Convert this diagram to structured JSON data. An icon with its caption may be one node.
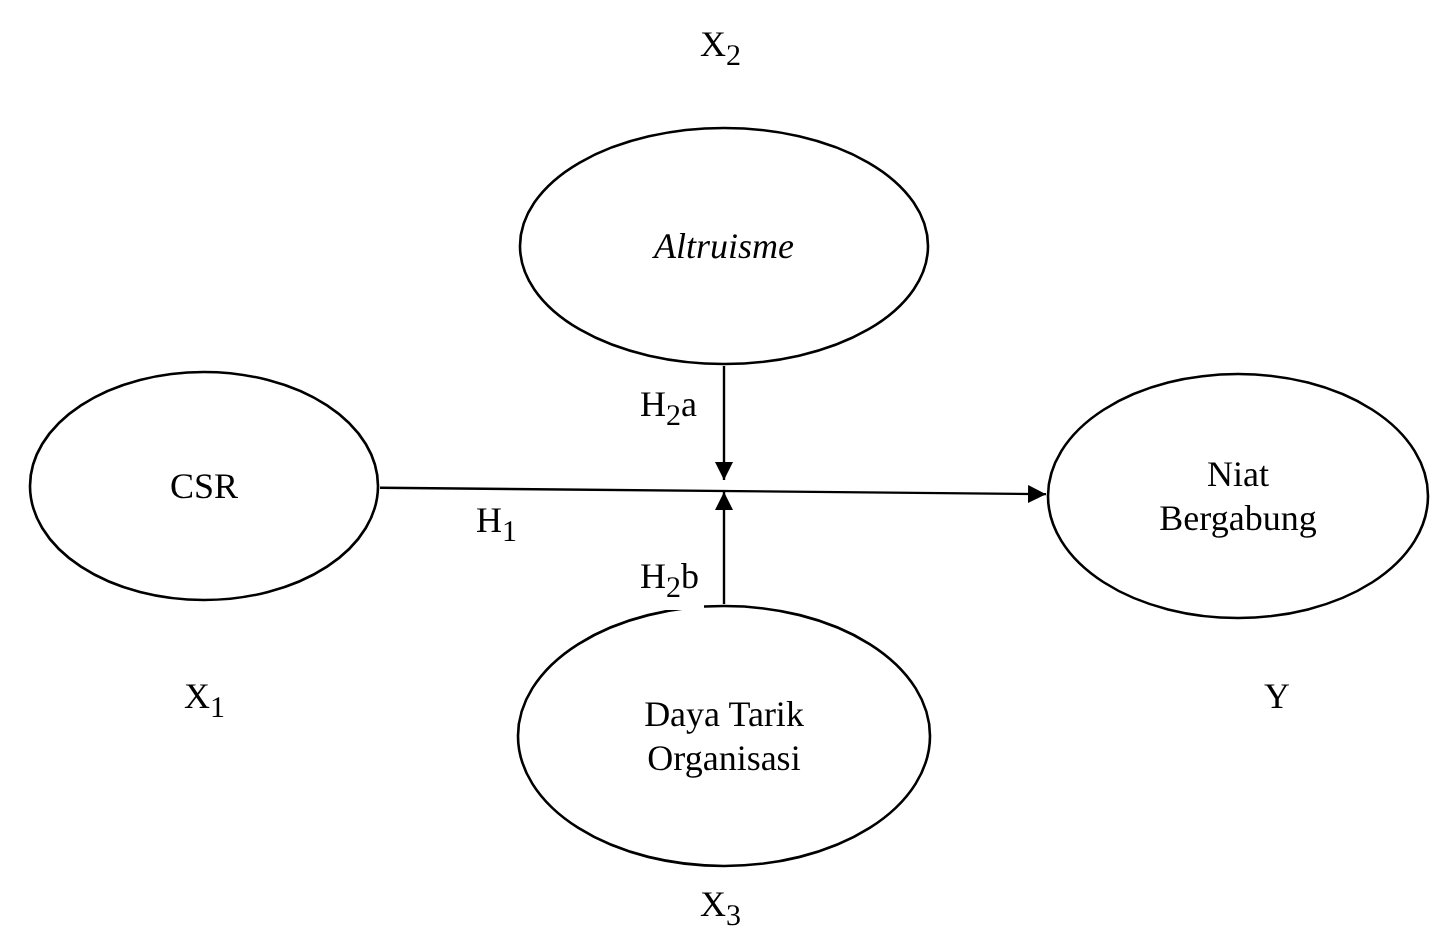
{
  "diagram": {
    "nodes": [
      {
        "text": [
          "CSR"
        ],
        "beside": [
          "X$_{1}$"
        ]
      },
      {
        "text": [
          "Altruisme"
        ],
        "beside": [
          "X$_{2}$"
        ]
      },
      {
        "text": [
          "Niat Bergabung"
        ],
        "beside": [
          "Y"
        ]
      },
      {
        "text": [
          "Daya Tarik Organisasi"
        ],
        "beside": [
          "X$_{3}$"
        ]
      }
    ],
    "edges": [
      {
        "from": 0,
        "to": 2,
        "arrow": "to",
        "label": "H$_{1}$"
      },
      {
        "from": 1,
        "to": null,
        "arrow": "to",
        "label": "H$_{2}$a"
      },
      {
        "from": 3,
        "to": null,
        "arrow": "to",
        "label": "H$_{2}$b"
      }
    ]
  }
}
